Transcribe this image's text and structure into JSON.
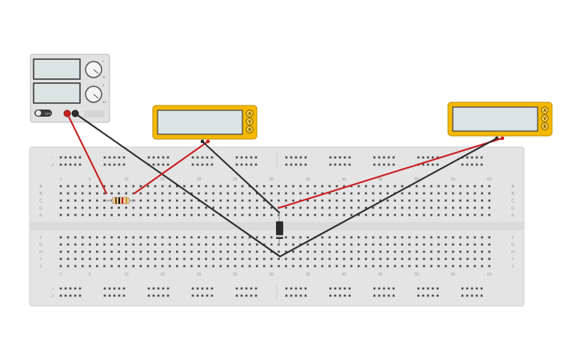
{
  "power_supply": {
    "knob_scale_top_a": "0",
    "knob_scale_top_b": "30",
    "knob_scale_bottom_a": "0",
    "knob_scale_bottom_b": "5A",
    "power_label": "OFF"
  },
  "multimeter_left": {
    "modes": [
      "A",
      "V",
      "R"
    ]
  },
  "multimeter_right": {
    "modes": [
      "A",
      "V",
      "R"
    ]
  },
  "breadboard": {
    "row_letters_top": [
      "A",
      "B",
      "C",
      "D",
      "E"
    ],
    "row_letters_bottom": [
      "F",
      "G",
      "H",
      "I",
      "J"
    ],
    "column_numbers": [
      "1",
      "5",
      "10",
      "15",
      "20",
      "25",
      "30",
      "35",
      "40",
      "45",
      "50",
      "55",
      "60"
    ],
    "rail_minus": "−",
    "rail_plus": "+"
  },
  "colors": {
    "wire_red": "#cc1f1f",
    "wire_black": "#2b2b2b",
    "multimeter_body": "#f5b800",
    "breadboard": "#e6e6e6",
    "lcd": "#dbe3e3"
  }
}
